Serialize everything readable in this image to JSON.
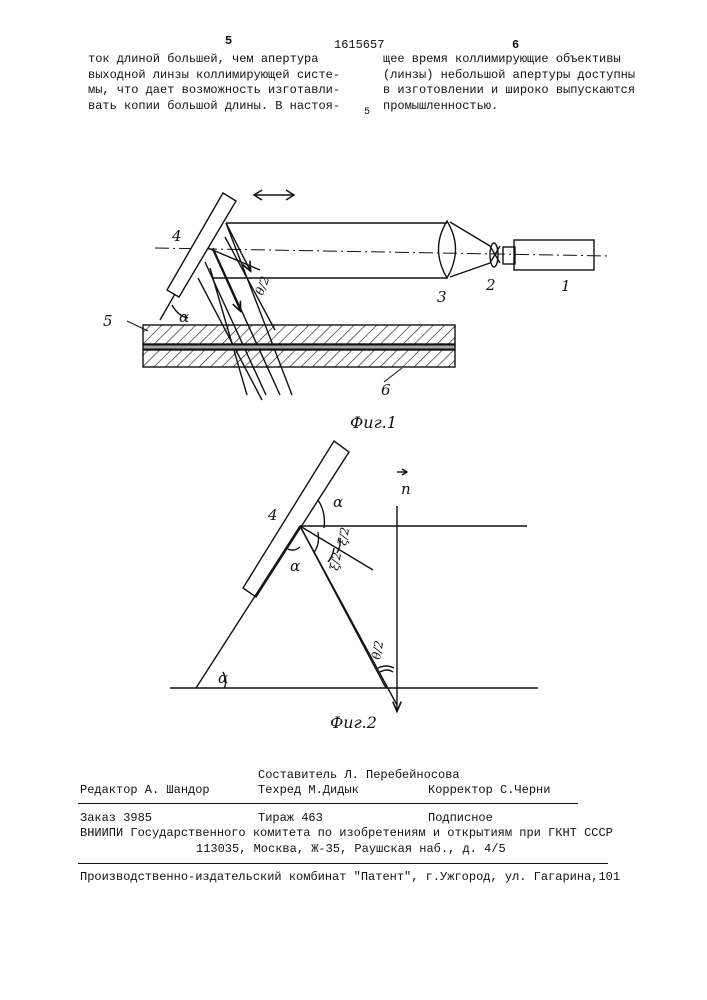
{
  "header": {
    "page_left": "5",
    "patent_number": "1615657",
    "page_right": "6",
    "margin_mark": "5"
  },
  "text": {
    "left_column": [
      "ток длиной большей, чем апертура",
      "выходной линзы коллимирующей систе-",
      "мы, что дает возможность изготавли-",
      "вать копии большой длины. В настоя-"
    ],
    "right_column": [
      "щее время коллимирующие объективы",
      "(линзы) небольшой апертуры доступны",
      "в изготовлении и широко выпускаются",
      "промышленностью."
    ]
  },
  "figure1": {
    "caption": "Фиг.1",
    "labels": {
      "n1": "1",
      "n2": "2",
      "n3": "3",
      "n4": "4",
      "n5": "5",
      "n6": "6",
      "alpha": "α",
      "theta_half": "θ/2"
    }
  },
  "figure2": {
    "caption": "Фиг.2",
    "labels": {
      "n4": "4",
      "n": "n",
      "alpha_top": "α",
      "alpha_mid": "α",
      "alpha_bottom": "α",
      "eps_half": "ξ/2",
      "xi_half": "ξ/2",
      "theta_half": "θ/2"
    }
  },
  "colophon": {
    "compiler": "Составитель Л. Перебейносова",
    "editor": "Редактор А. Шандор",
    "techred": "Техред М.Дидык",
    "corrector": "Корректор С.Черни",
    "order": "Заказ 3985",
    "circulation": "Тираж 463",
    "subscription": "Подписное",
    "institution": "ВНИИПИ Государственного комитета по изобретениям и открытиям при ГКНТ СССР",
    "address": "113035, Москва, Ж-35, Раушская наб., д. 4/5",
    "publisher": "Производственно-издательский комбинат \"Патент\", г.Ужгород, ул. Гагарина,101"
  }
}
